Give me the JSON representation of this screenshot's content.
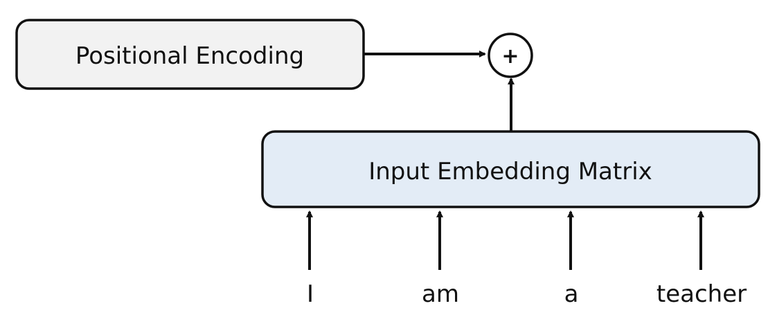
{
  "nodes": {
    "positional_encoding": {
      "label": "Positional Encoding",
      "fill": "#f2f2f2"
    },
    "input_embedding": {
      "label": "Input Embedding Matrix",
      "fill": "#e3ecf6"
    },
    "add": {
      "symbol": "+"
    }
  },
  "tokens": [
    "I",
    "am",
    "a",
    "teacher"
  ],
  "colors": {
    "stroke": "#111111",
    "background": "#ffffff"
  }
}
